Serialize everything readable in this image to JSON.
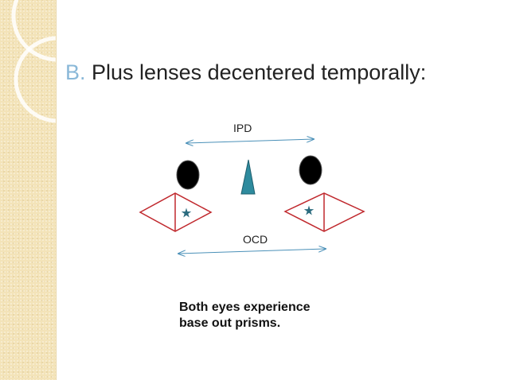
{
  "slide": {
    "title_prefix": "B.",
    "title_text": "Plus lenses decentered temporally:"
  },
  "diagram": {
    "ipd_label": "IPD",
    "ocd_label": "OCD"
  },
  "caption": {
    "line1": "Both eyes experience",
    "line2": "base out prisms."
  },
  "colors": {
    "side_panel": "#f3e3b8",
    "title_prefix": "#8ab8d8",
    "arrow": "#4a90b8",
    "lens_outline": "#c0282d",
    "prism": "#2e8b9e",
    "star": "#2a6b7e",
    "eye": "#000000"
  },
  "icons": [
    "star-icon",
    "prism-icon"
  ]
}
